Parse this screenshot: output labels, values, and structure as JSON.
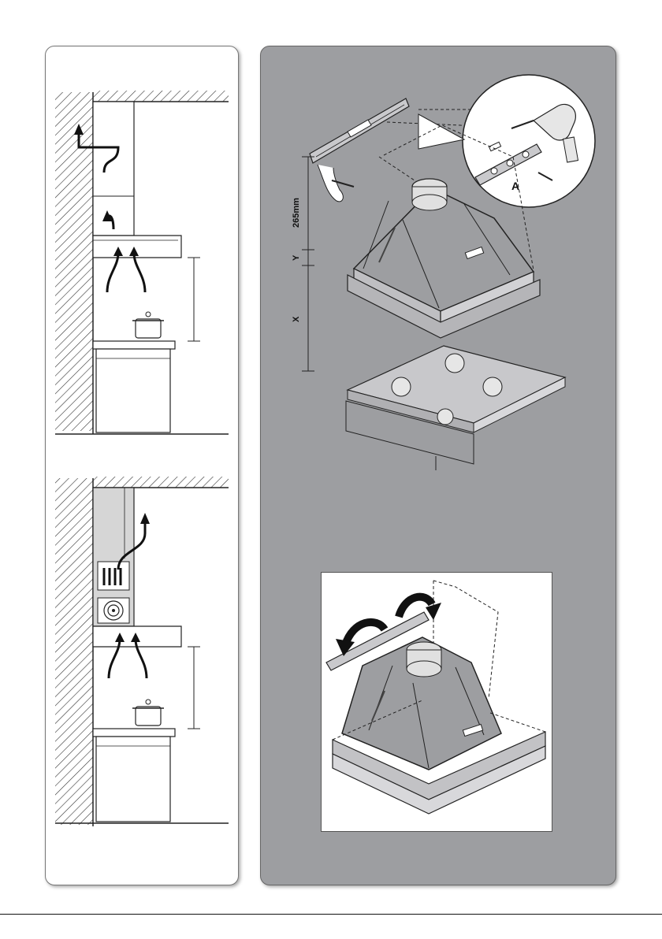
{
  "labels": {
    "height_dim": "265mm",
    "dim_y": "Y",
    "dim_x": "X",
    "detail_a": "A"
  },
  "colors": {
    "panel_right_bg": "#9d9ea1",
    "panel_left_bg": "#ffffff",
    "cabinet_gray": "#d6d6d6",
    "line": "#222222"
  },
  "figures": [
    {
      "name": "ventilation-ducted-extraction"
    },
    {
      "name": "ventilation-recirculation"
    },
    {
      "name": "hood-mounting-bracket-installation"
    },
    {
      "name": "hood-hanging-on-bracket-inset"
    }
  ]
}
